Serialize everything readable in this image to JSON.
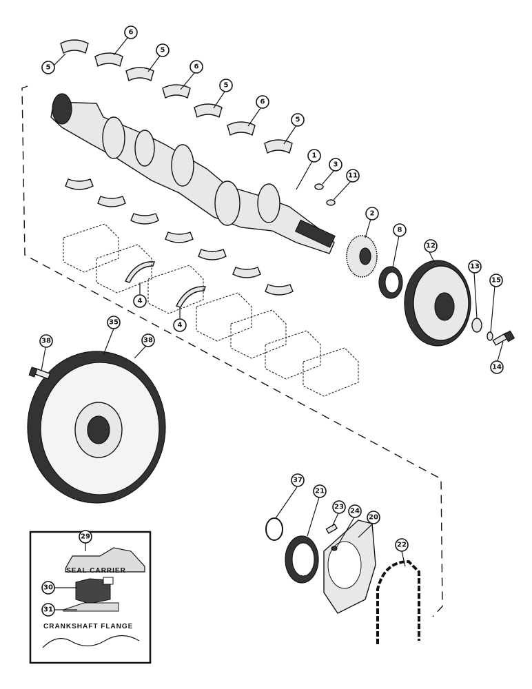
{
  "callouts": [
    "1",
    "2",
    "3",
    "4",
    "5",
    "6",
    "8",
    "11",
    "12",
    "13",
    "14",
    "15",
    "20",
    "21",
    "22",
    "23",
    "24",
    "29",
    "30",
    "31",
    "35",
    "37",
    "38"
  ],
  "inset": {
    "callout": "29",
    "seal_carrier_label": "SEAL CARRIER",
    "crankshaft_flange_label": "CRANKSHAFT FLANGE",
    "seal_callout": "30",
    "flange_callout": "31"
  }
}
